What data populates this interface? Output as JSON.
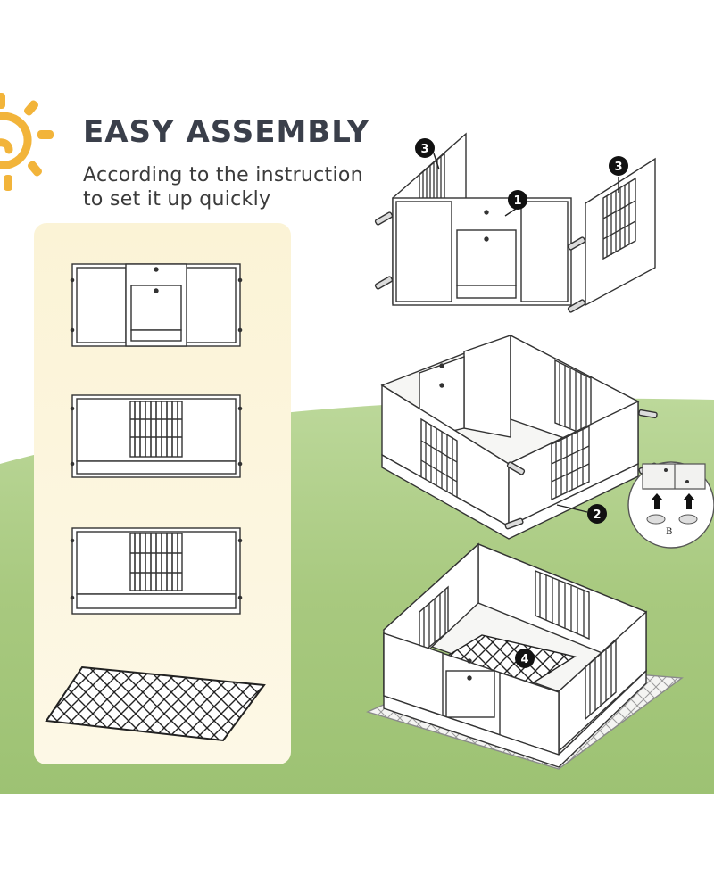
{
  "header": {
    "title": "EASY ASSEMBLY",
    "subtitle_line1": "According to the instruction",
    "subtitle_line2": "to set it up quickly"
  },
  "callouts": {
    "front_panel": "1",
    "base_tray": "2",
    "side_panels": "3",
    "floor_mat": "4"
  },
  "detail": {
    "foot_pad_label": "B"
  },
  "icons": [
    "sun-icon"
  ],
  "colors": {
    "title": "#3a3f4a",
    "sun": "#f2b43a",
    "left_panel": "#fbf5dc",
    "grass": "#a5c77a",
    "line": "#333333"
  }
}
